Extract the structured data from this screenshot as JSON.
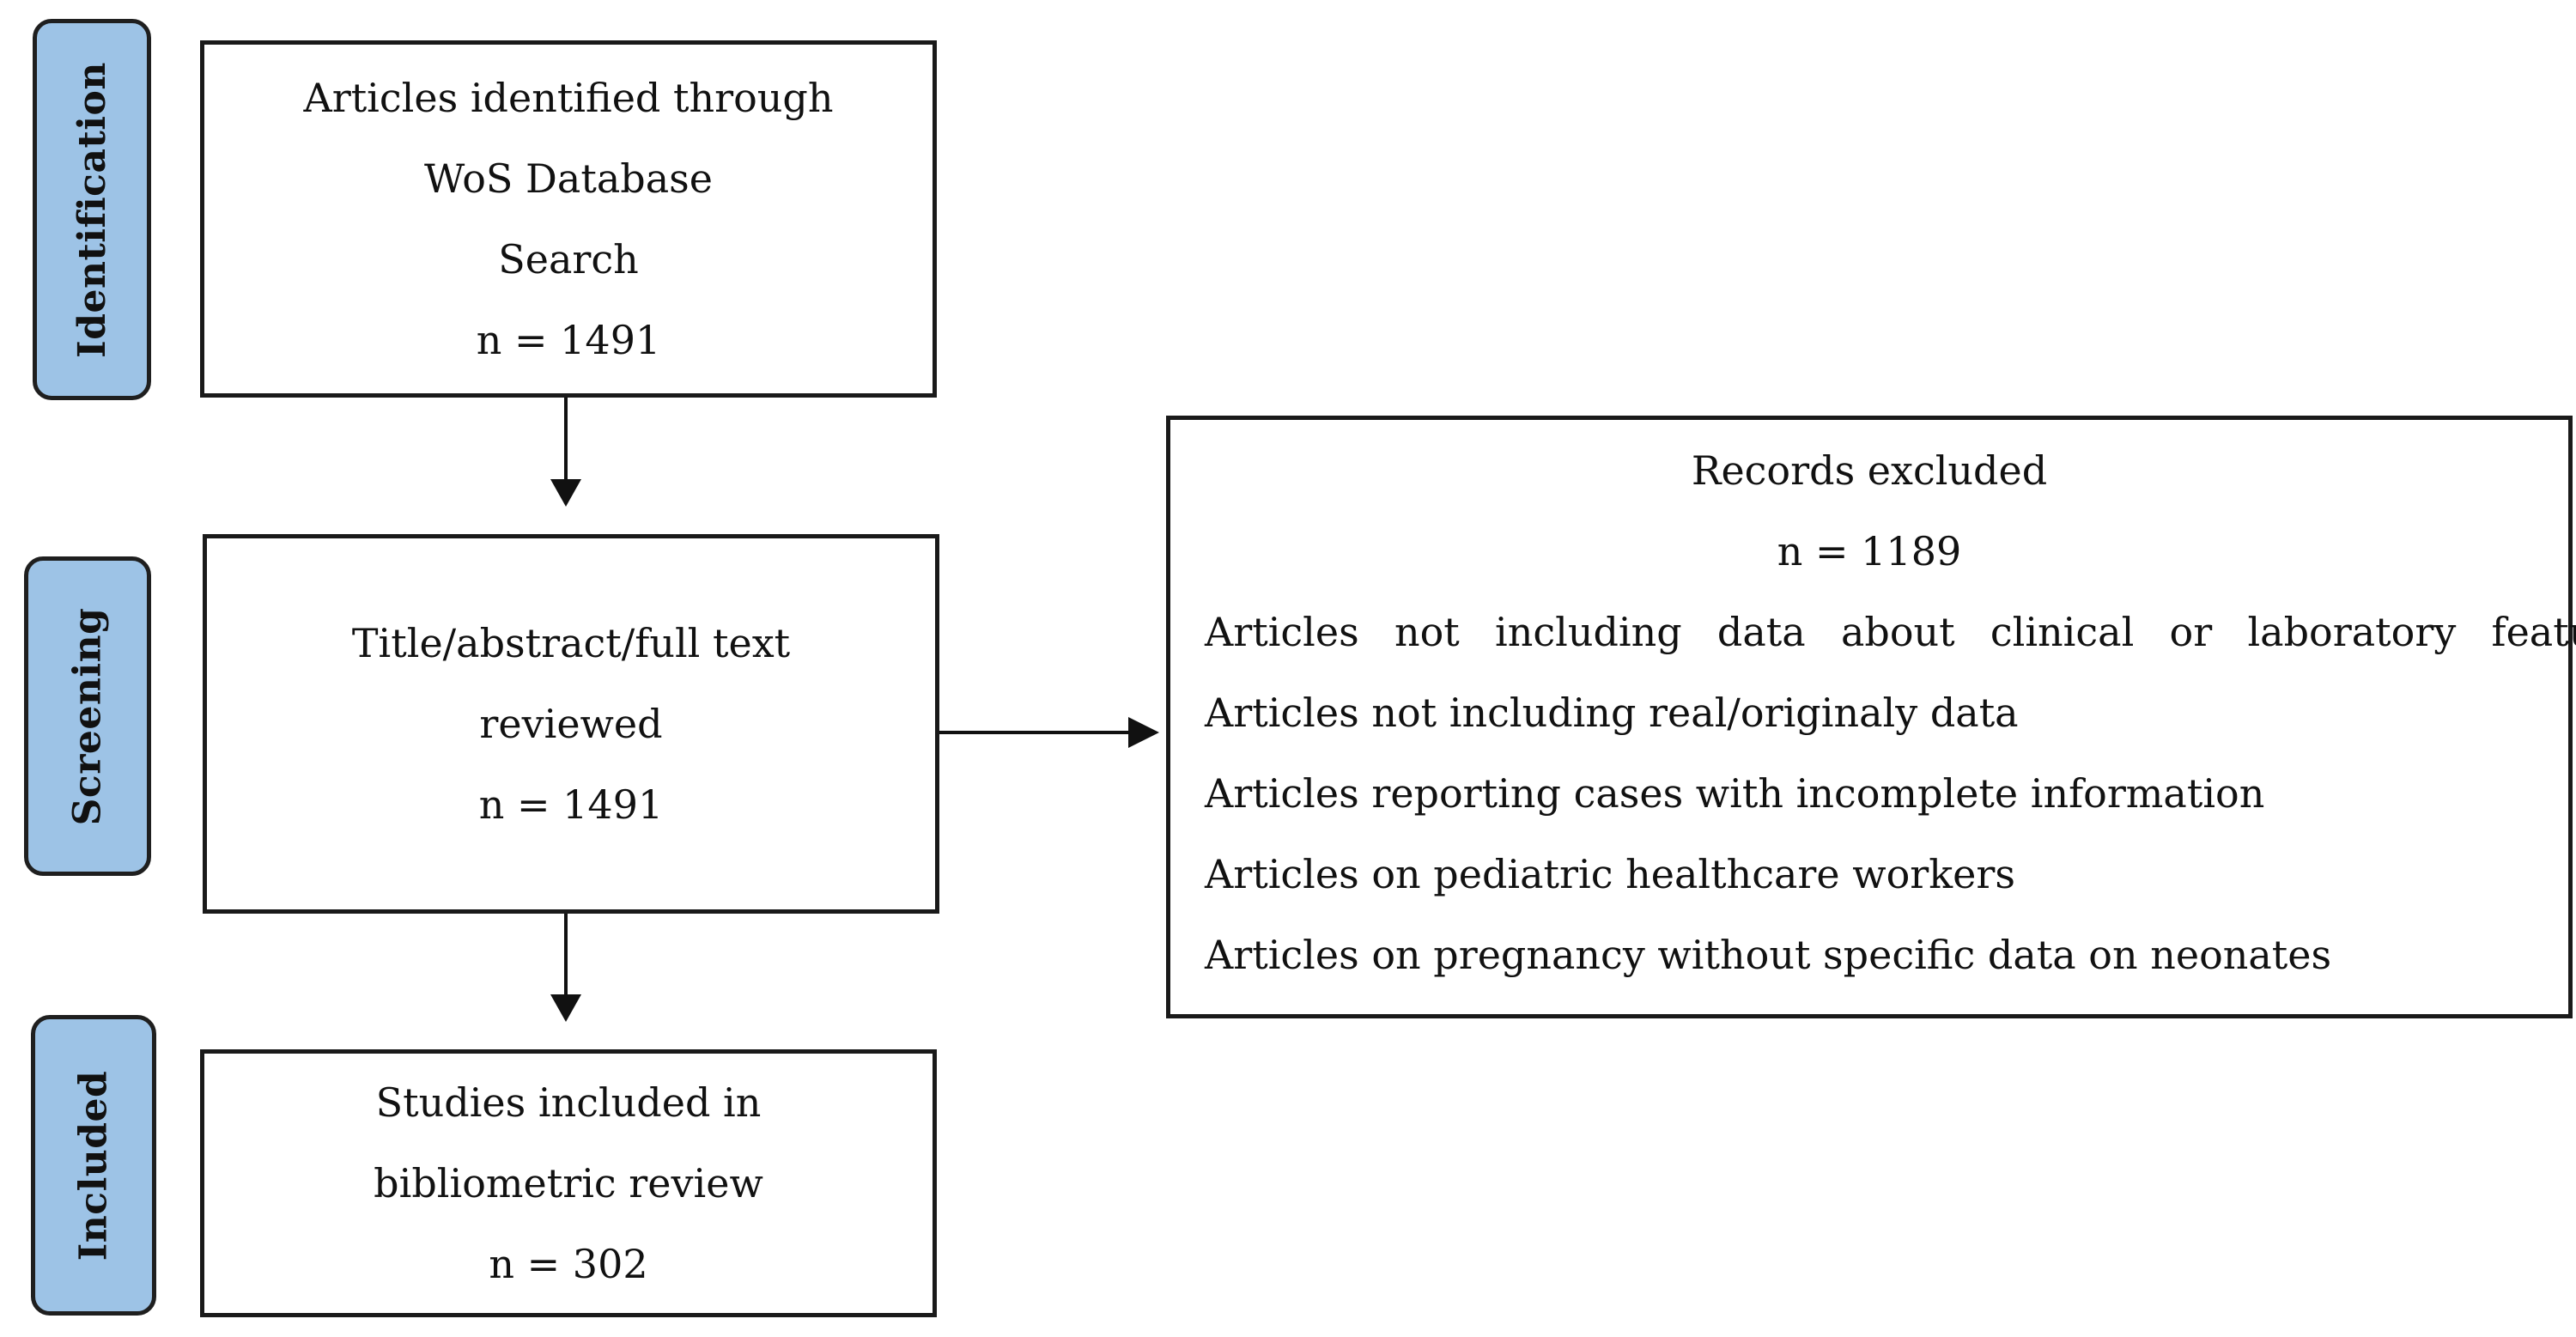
{
  "stages": {
    "identification": "Identification",
    "screening": "Screening",
    "included": "Included"
  },
  "boxes": {
    "identified": {
      "lines": [
        "Articles identified through",
        "WoS Database",
        "Search",
        "n = 1491"
      ]
    },
    "screened": {
      "lines": [
        "Title/abstract/full text",
        "reviewed",
        "n = 1491"
      ]
    },
    "included": {
      "lines": [
        "Studies included in",
        "bibliometric review",
        "n = 302"
      ]
    },
    "excluded": {
      "title": "Records excluded",
      "count": "n = 1189",
      "reasons": [
        "Articles  not  including  data  about  clinical  or  laboratory  features",
        "Articles not including real/originaly data",
        "Articles reporting cases with incomplete information",
        "Articles on pediatric healthcare workers",
        "Articles on pregnancy without specific data on neonates"
      ]
    }
  },
  "colors": {
    "stage_fill": "#9dc3e6",
    "border": "#1a1a1a"
  }
}
